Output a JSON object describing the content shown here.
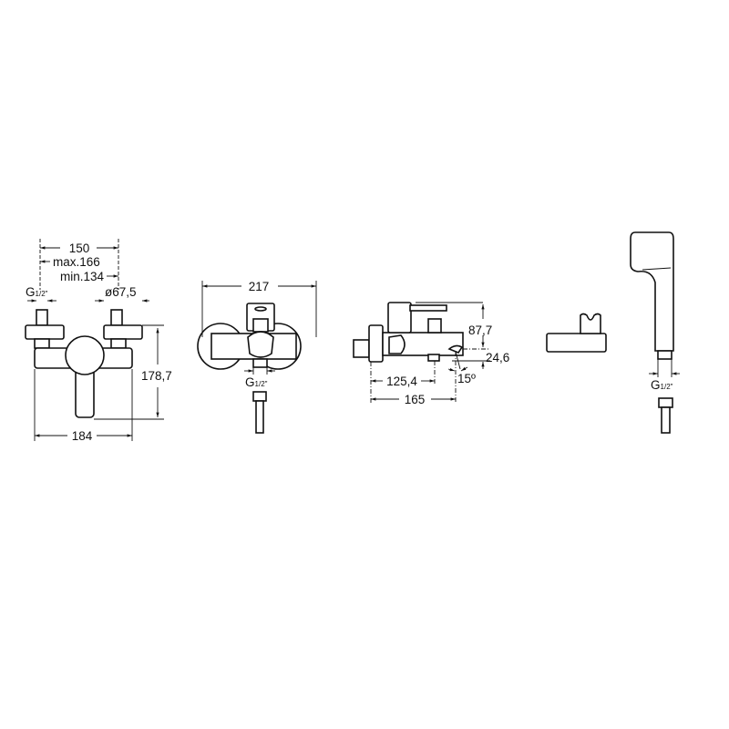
{
  "front_view": {
    "width_150": "150",
    "max_166": "max.166",
    "min_134": "min.134",
    "thread_label": "G",
    "thread_fraction": "1/2\"",
    "diameter_label": "ø67,5",
    "height_label": "178,7",
    "width_184": "184"
  },
  "bottom_view": {
    "width_217": "217",
    "thread_label": "G",
    "thread_fraction": "1/2\""
  },
  "side_view": {
    "height_87_7": "87,7",
    "height_24_6": "24,6",
    "depth_125_4": "125,4",
    "depth_165": "165",
    "angle_15": "15º"
  },
  "hand_shower": {
    "thread_label": "G",
    "thread_fraction": "1/2\""
  }
}
